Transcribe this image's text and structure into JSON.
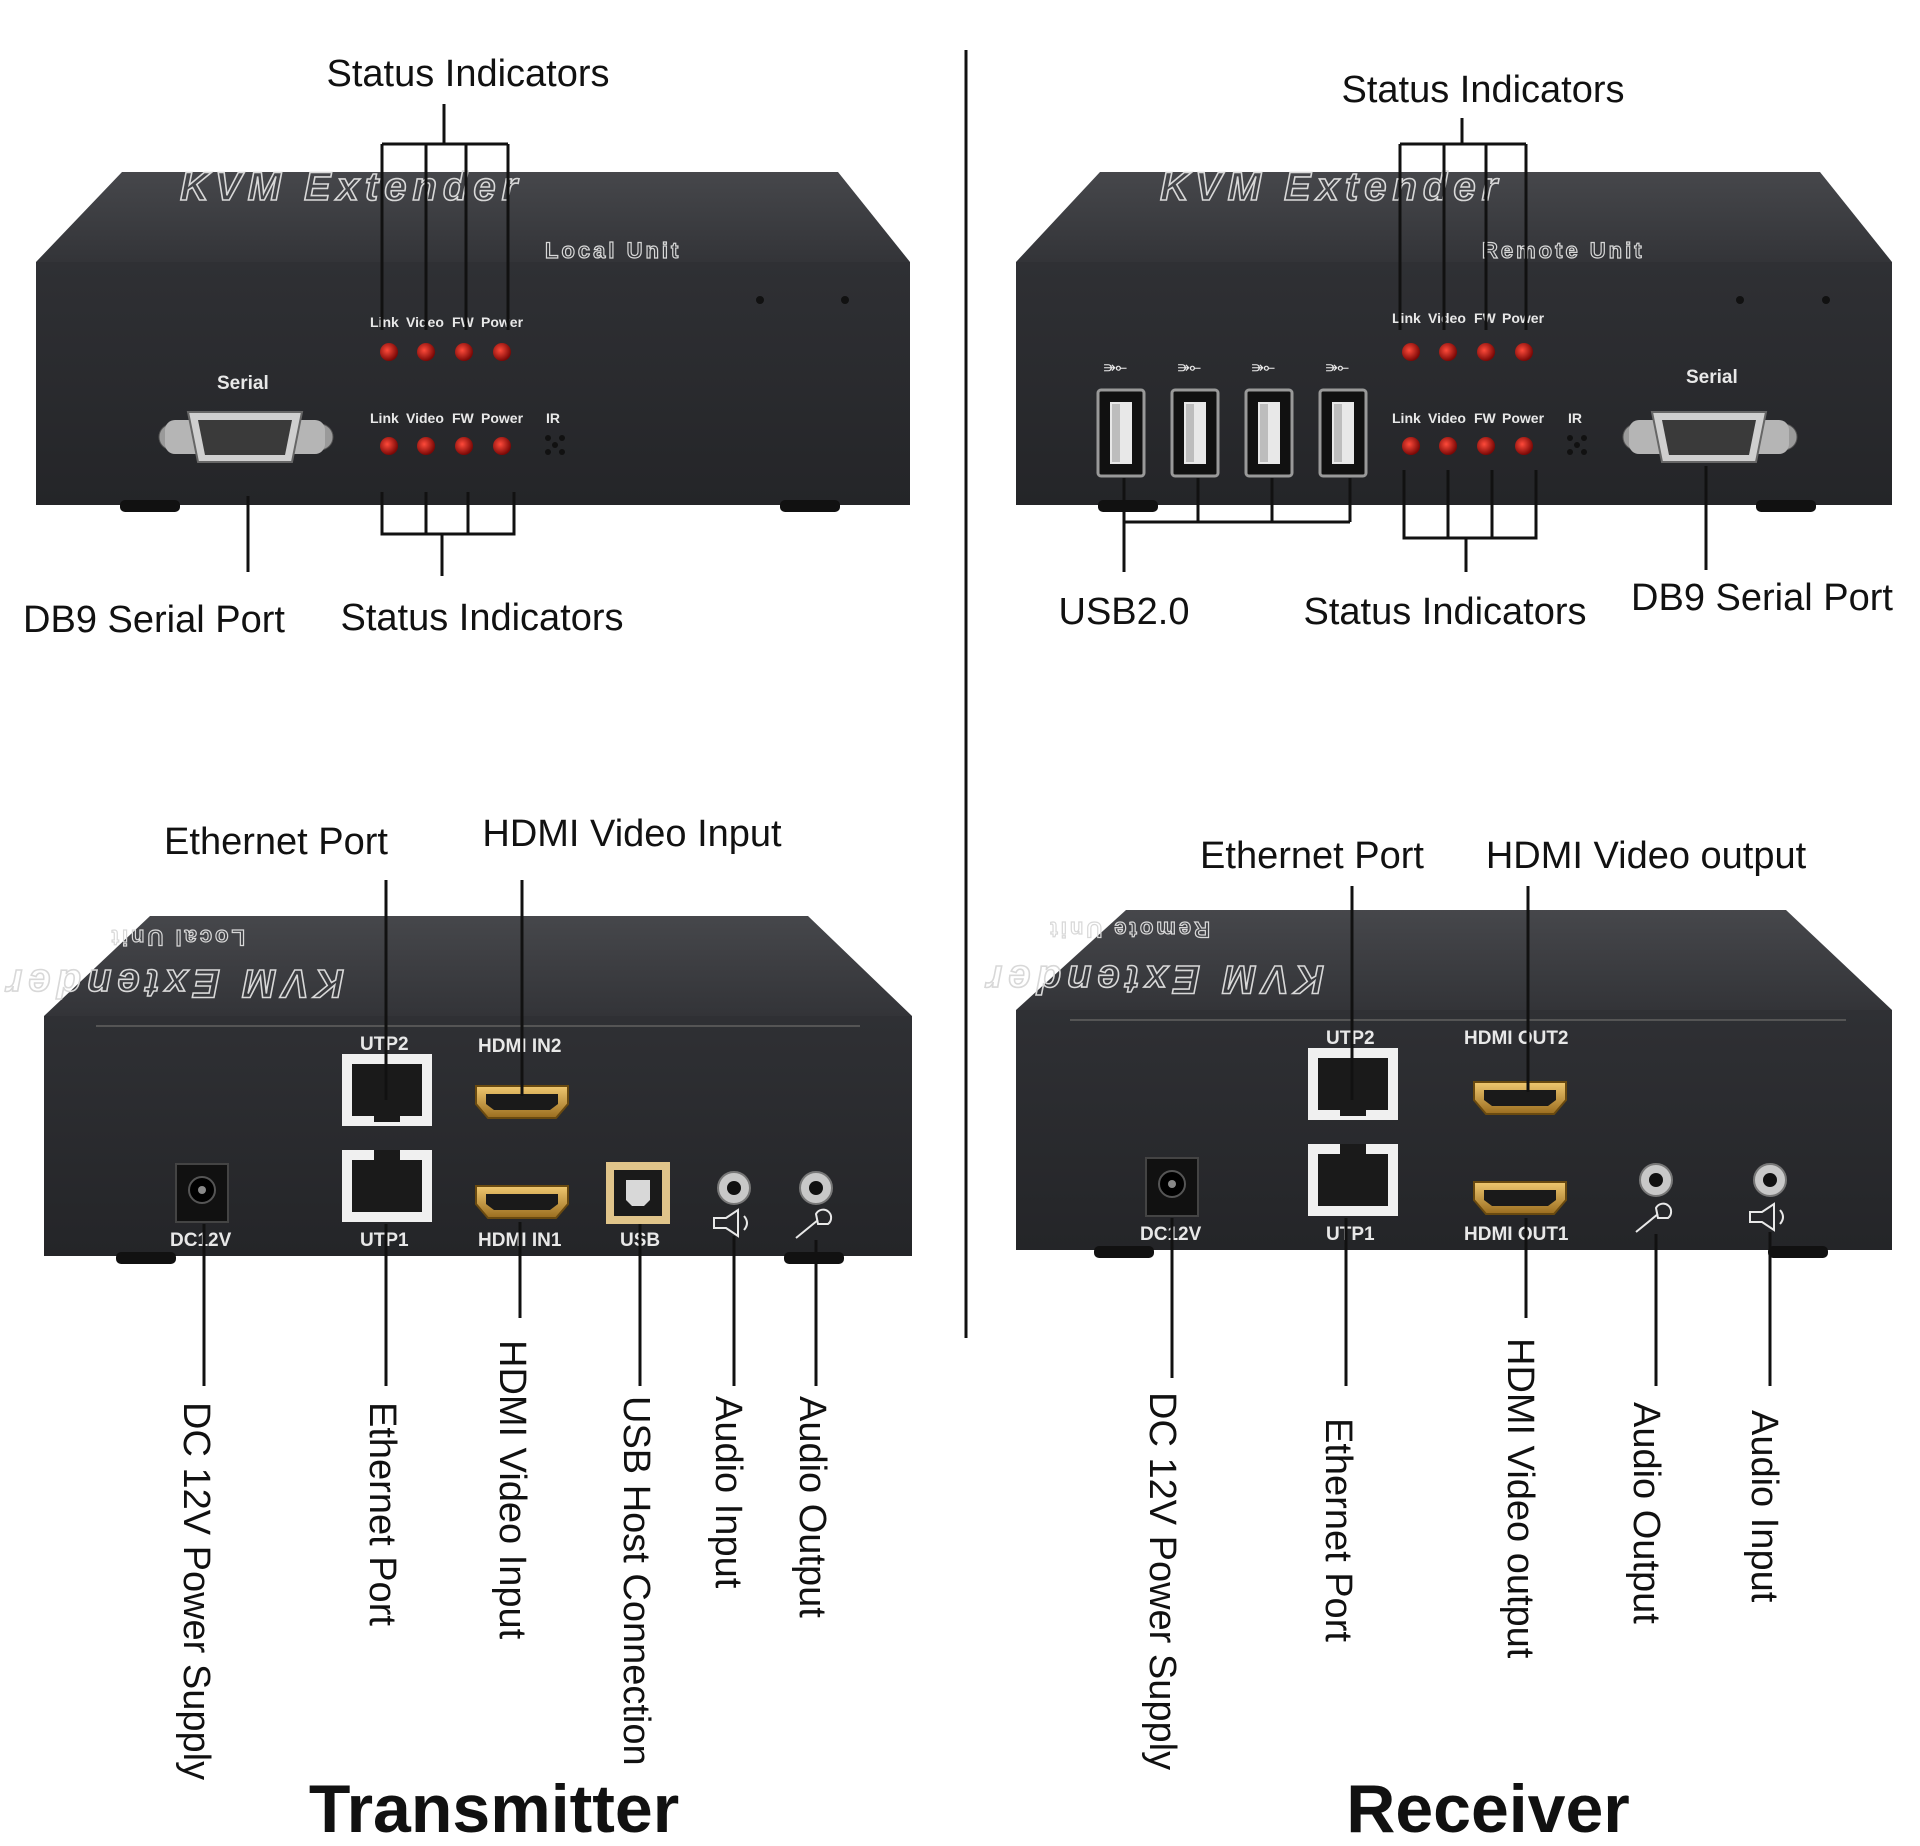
{
  "transmitter_front": {
    "brand": "KVM Extender",
    "unit": "Local Unit",
    "serial_label": "Serial",
    "led_labels": [
      "Link",
      "Video",
      "FW",
      "Power"
    ],
    "ir_label": "IR",
    "callout_top": "Status Indicators",
    "callout_bottom": "Status Indicators",
    "callout_serial": "DB9 Serial Port"
  },
  "receiver_front": {
    "brand": "KVM Extender",
    "unit": "Remote Unit",
    "serial_label": "Serial",
    "led_labels": [
      "Link",
      "Video",
      "FW",
      "Power"
    ],
    "ir_label": "IR",
    "callout_top": "Status Indicators",
    "callout_bottom": "Status Indicators",
    "callout_usb": "USB2.0",
    "callout_serial": "DB9 Serial Port"
  },
  "transmitter_rear": {
    "brand": "KVM Extender",
    "unit": "Local Unit",
    "ports": {
      "utp2": "UTP2",
      "utp1": "UTP1",
      "hdmi2": "HDMI IN2",
      "hdmi1": "HDMI IN1",
      "usb": "USB",
      "dc": "DC12V"
    },
    "callout_ethernet_top": "Ethernet Port",
    "callout_hdmi_top": "HDMI Video Input",
    "bottom_callouts": [
      "DC 12V Power Supply",
      "Ethernet Port",
      "HDMI Video Input",
      "USB Host Connection",
      "Audio Input",
      "Audio Output"
    ],
    "title": "Transmitter"
  },
  "receiver_rear": {
    "brand": "KVM Extender",
    "unit": "Remote Unit",
    "ports": {
      "utp2": "UTP2",
      "utp1": "UTP1",
      "hdmi2": "HDMI OUT2",
      "hdmi1": "HDMI OUT1",
      "dc": "DC12V"
    },
    "callout_ethernet_top": "Ethernet Port",
    "callout_hdmi_top": "HDMI Video output",
    "bottom_callouts": [
      "DC 12V Power Supply",
      "Ethernet Port",
      "HDMI Video output",
      "Audio Output",
      "Audio Input"
    ],
    "title": "Receiver"
  },
  "colors": {
    "chassis_front": "#2b2c2f",
    "chassis_top": "#3b3c40",
    "led": "#b0120f",
    "hdmi_gold": "#c79a3a",
    "line": "#111111"
  }
}
